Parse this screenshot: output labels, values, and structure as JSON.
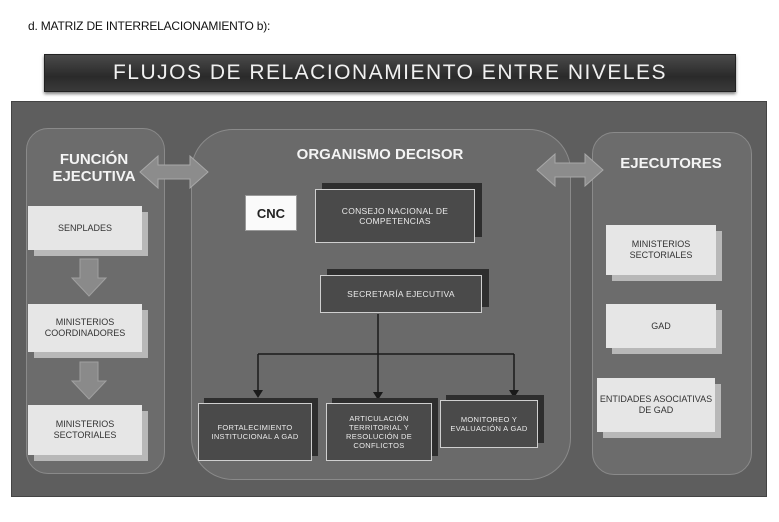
{
  "heading": "d.   MATRIZ DE INTERRELACIONAMIENTO b):",
  "banner_title": "FLUJOS DE RELACIONAMIENTO ENTRE NIVELES",
  "left": {
    "title": "FUNCIÓN EJECUTIVA",
    "boxes": [
      "SENPLADES",
      "MINISTERIOS COORDINADORES",
      "MINISTERIOS SECTORIALES"
    ]
  },
  "center": {
    "title": "ORGANISMO DECISOR",
    "logo_text": "CNC",
    "council": "CONSEJO NACIONAL DE COMPETENCIAS",
    "secretariat": "SECRETARÍA EJECUTIVA",
    "units": [
      "FORTALECIMIENTO INSTITUCIONAL A GAD",
      "ARTICULACIÓN TERRITORIAL Y RESOLUCIÓN DE CONFLICTOS",
      "MONITOREO Y EVALUACIÓN A GAD"
    ]
  },
  "right": {
    "title": "EJECUTORES",
    "boxes": [
      "MINISTERIOS SECTORIALES",
      "GAD",
      "ENTIDADES ASOCIATIVAS DE GAD"
    ]
  },
  "colors": {
    "panel": "#5e5e5e",
    "light_box": "#e6e6e6",
    "dark_box": "#4a4a4a"
  }
}
